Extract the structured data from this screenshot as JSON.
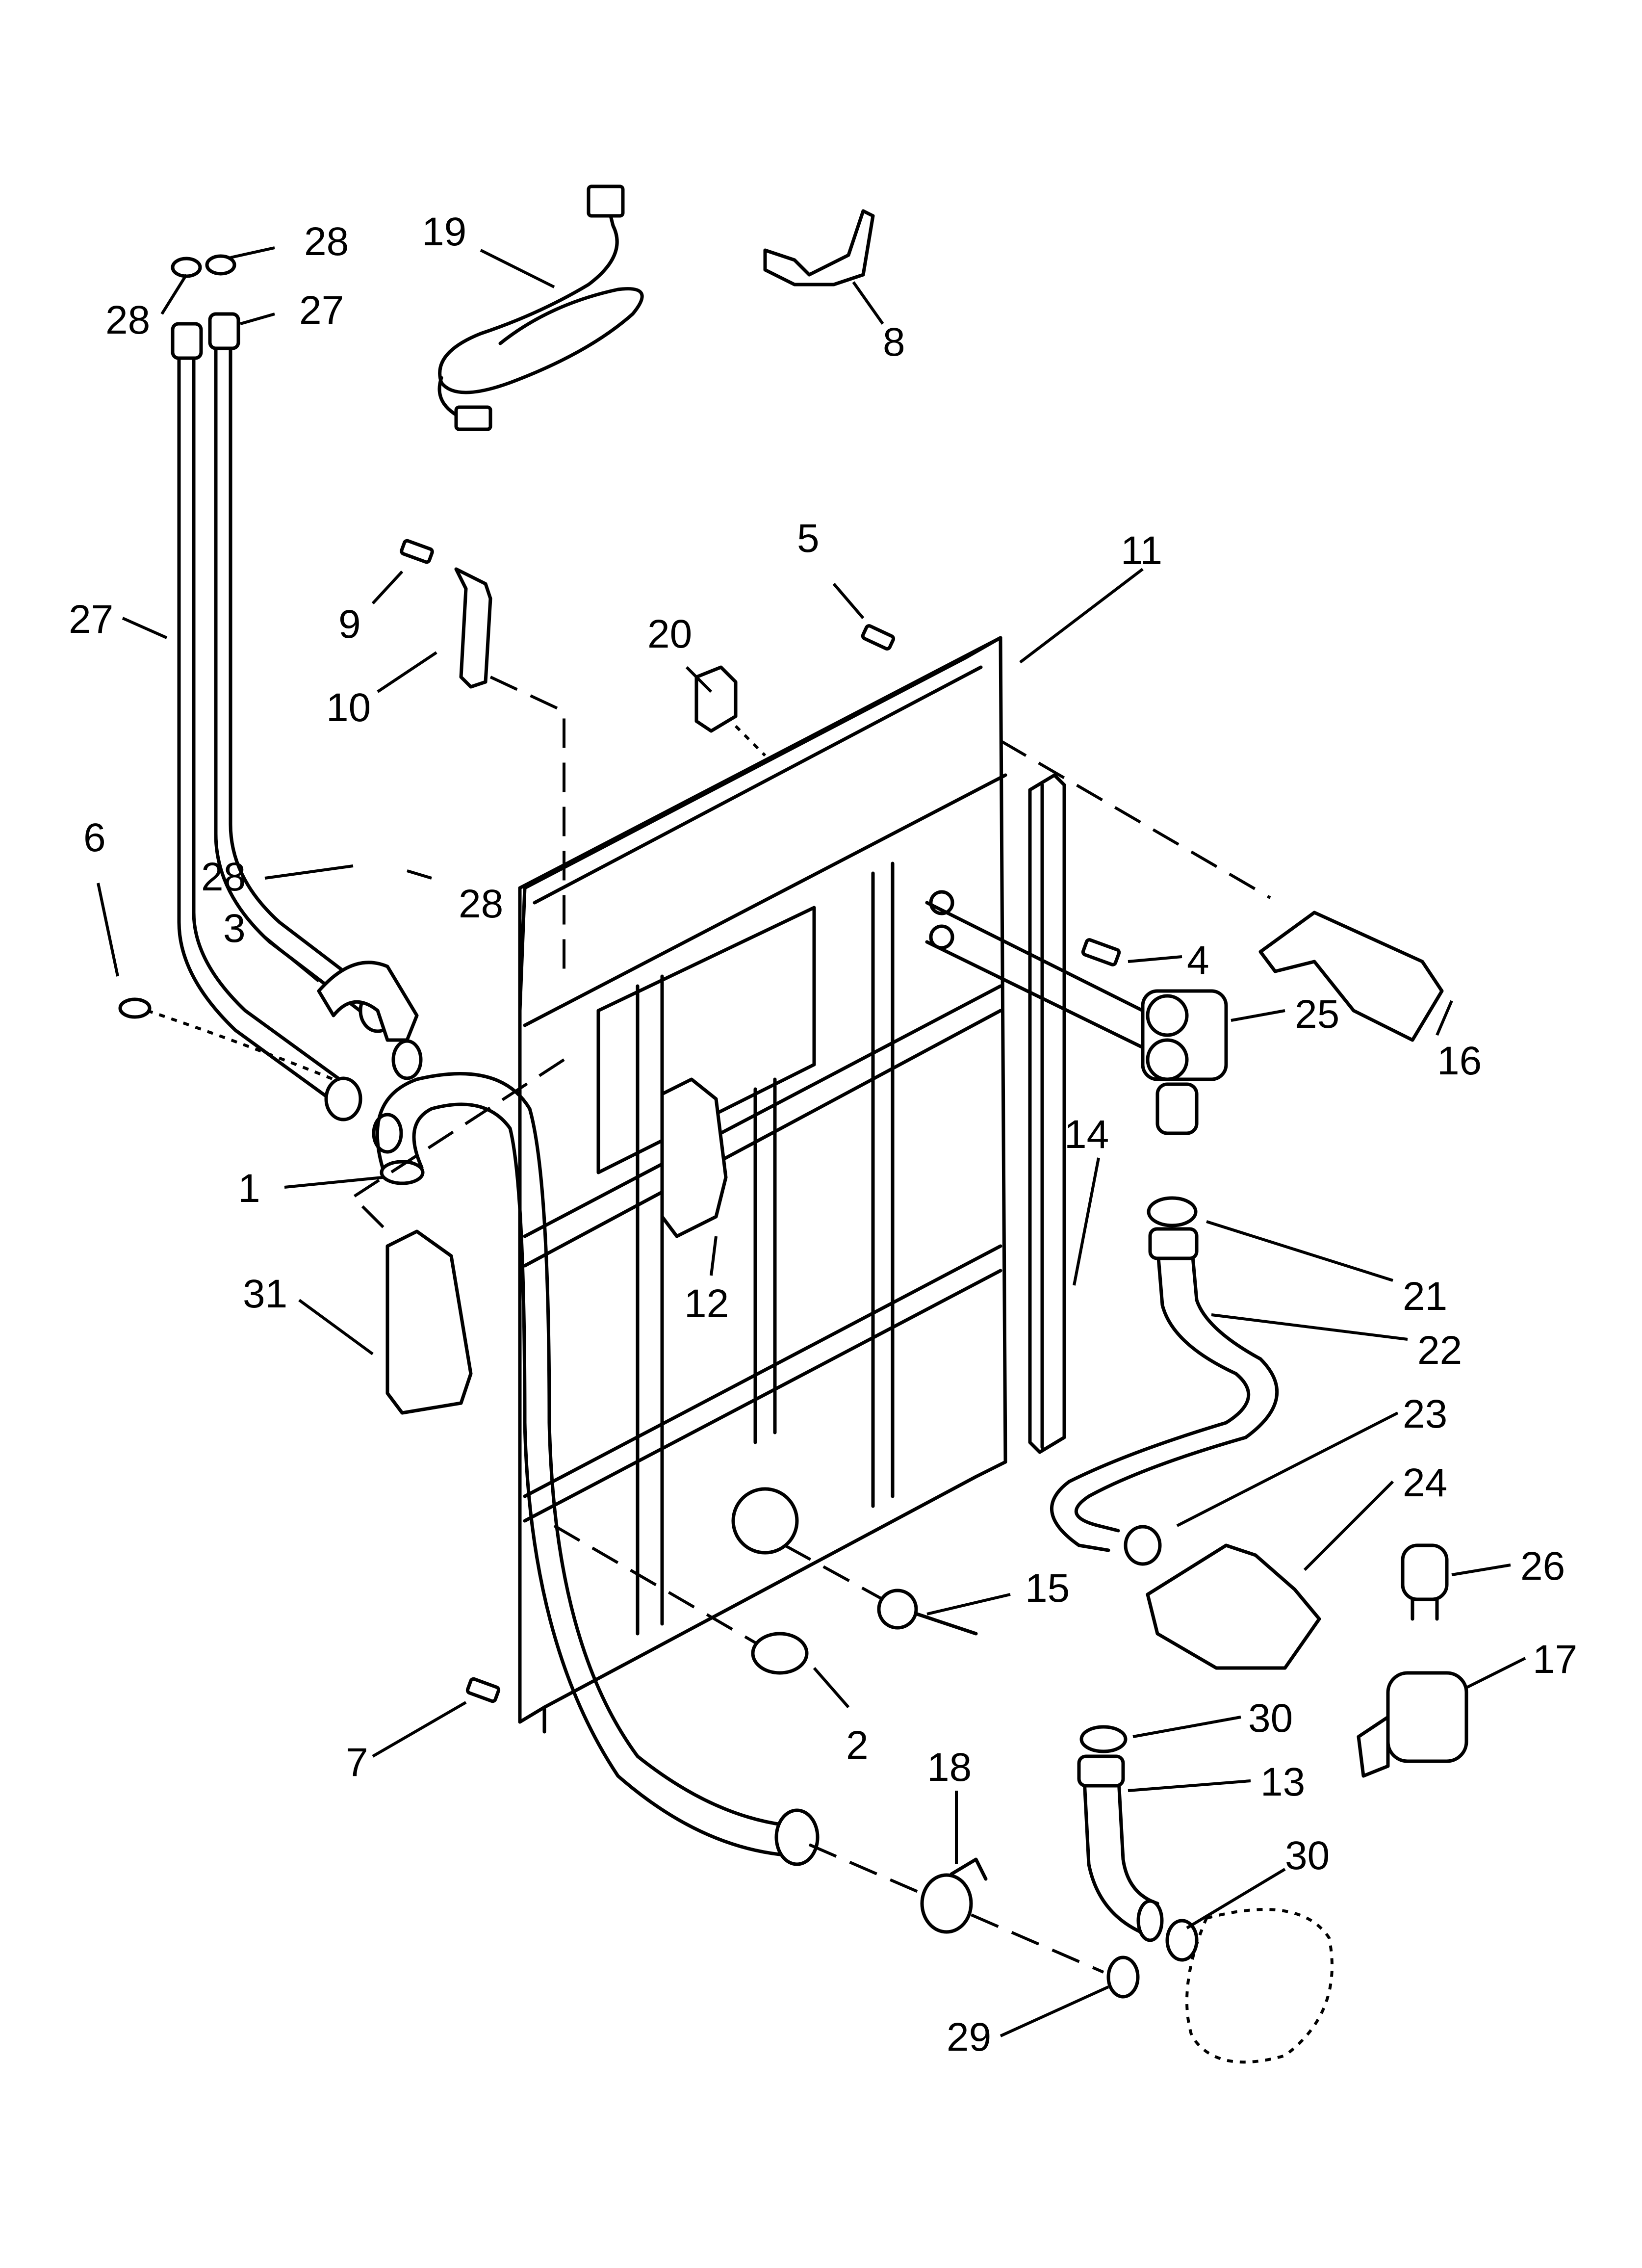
{
  "callouts": [
    {
      "id": "c28a",
      "label": "28"
    },
    {
      "id": "c28b",
      "label": "28"
    },
    {
      "id": "c27a",
      "label": "27"
    },
    {
      "id": "c27b",
      "label": "27"
    },
    {
      "id": "c19",
      "label": "19"
    },
    {
      "id": "c8",
      "label": "8"
    },
    {
      "id": "c9",
      "label": "9"
    },
    {
      "id": "c10",
      "label": "10"
    },
    {
      "id": "c5",
      "label": "5"
    },
    {
      "id": "c11",
      "label": "11"
    },
    {
      "id": "c20",
      "label": "20"
    },
    {
      "id": "c6",
      "label": "6"
    },
    {
      "id": "c28c",
      "label": "28"
    },
    {
      "id": "c28d",
      "label": "28"
    },
    {
      "id": "c3",
      "label": "3"
    },
    {
      "id": "c4",
      "label": "4"
    },
    {
      "id": "c25",
      "label": "25"
    },
    {
      "id": "c16",
      "label": "16"
    },
    {
      "id": "c1",
      "label": "1"
    },
    {
      "id": "c14",
      "label": "14"
    },
    {
      "id": "c21",
      "label": "21"
    },
    {
      "id": "c31",
      "label": "31"
    },
    {
      "id": "c12",
      "label": "12"
    },
    {
      "id": "c22",
      "label": "22"
    },
    {
      "id": "c23",
      "label": "23"
    },
    {
      "id": "c24",
      "label": "24"
    },
    {
      "id": "c26",
      "label": "26"
    },
    {
      "id": "c15",
      "label": "15"
    },
    {
      "id": "c17",
      "label": "17"
    },
    {
      "id": "c2",
      "label": "2"
    },
    {
      "id": "c7",
      "label": "7"
    },
    {
      "id": "c30a",
      "label": "30"
    },
    {
      "id": "c18",
      "label": "18"
    },
    {
      "id": "c13",
      "label": "13"
    },
    {
      "id": "c30b",
      "label": "30"
    },
    {
      "id": "c29",
      "label": "29"
    }
  ]
}
